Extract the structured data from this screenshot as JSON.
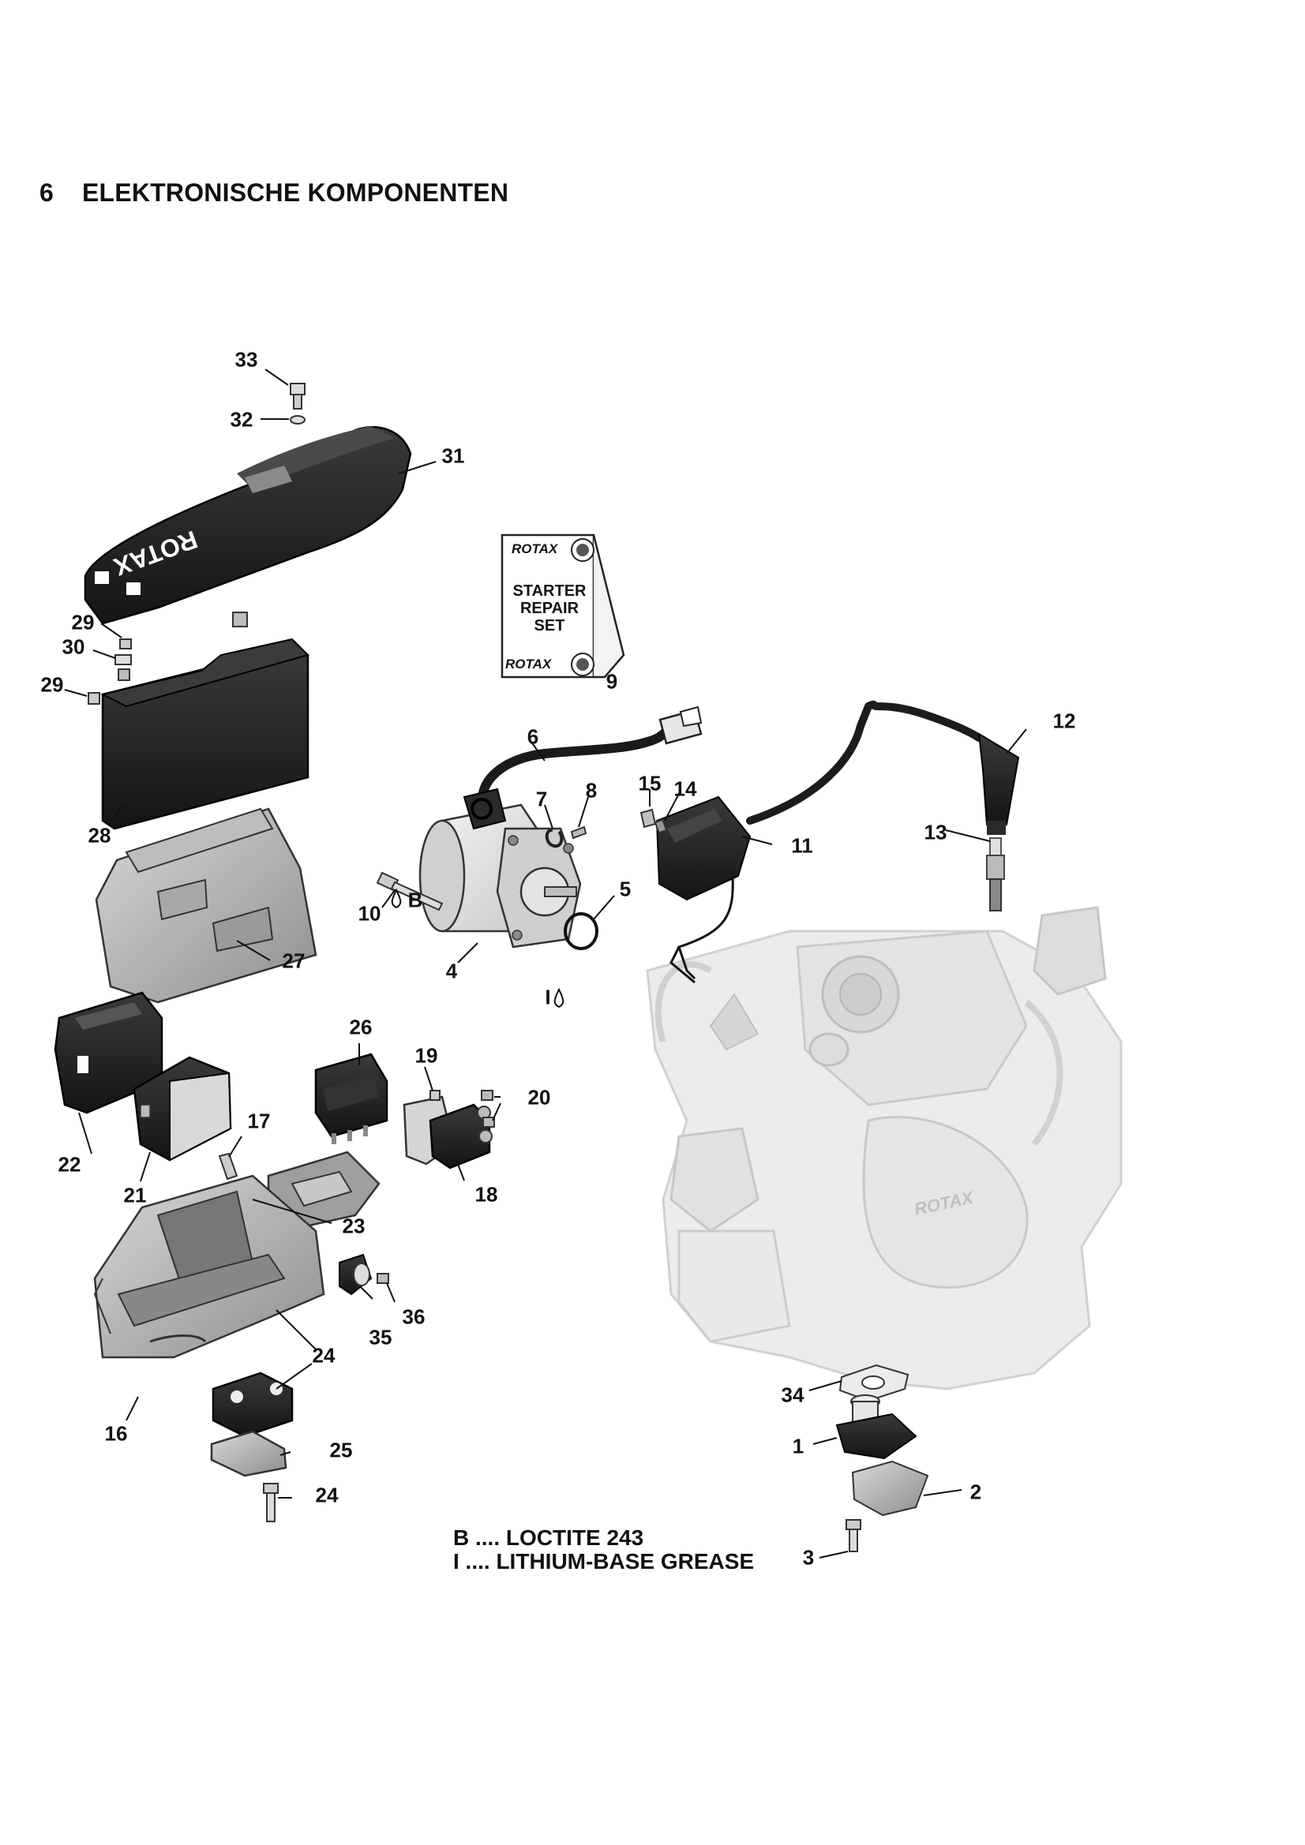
{
  "header": {
    "section_number": "6",
    "section_title": "ELEKTRONISCHE KOMPONENTEN"
  },
  "repair_set": {
    "brand": "ROTAX",
    "line1": "STARTER",
    "line2": "REPAIR",
    "line3": "SET"
  },
  "cover_brand": "ROTAX",
  "engine_brand": "ROTAX",
  "callouts": [
    {
      "label": "33"
    },
    {
      "label": "32"
    },
    {
      "label": "31"
    },
    {
      "label": "29"
    },
    {
      "label": "30"
    },
    {
      "label": "29"
    },
    {
      "label": "28"
    },
    {
      "label": "27"
    },
    {
      "label": "9"
    },
    {
      "label": "6"
    },
    {
      "label": "7"
    },
    {
      "label": "8"
    },
    {
      "label": "15"
    },
    {
      "label": "14"
    },
    {
      "label": "11"
    },
    {
      "label": "12"
    },
    {
      "label": "13"
    },
    {
      "label": "10"
    },
    {
      "label": "B"
    },
    {
      "label": "5"
    },
    {
      "label": "4"
    },
    {
      "label": "I"
    },
    {
      "label": "22"
    },
    {
      "label": "21"
    },
    {
      "label": "26"
    },
    {
      "label": "19"
    },
    {
      "label": "20"
    },
    {
      "label": "17"
    },
    {
      "label": "18"
    },
    {
      "label": "23"
    },
    {
      "label": "35"
    },
    {
      "label": "36"
    },
    {
      "label": "24"
    },
    {
      "label": "16"
    },
    {
      "label": "25"
    },
    {
      "label": "24"
    },
    {
      "label": "34"
    },
    {
      "label": "1"
    },
    {
      "label": "2"
    },
    {
      "label": "3"
    }
  ],
  "legend": [
    {
      "text": "B .... LOCTITE 243"
    },
    {
      "text": "I .... LITHIUM-BASE GREASE"
    }
  ]
}
